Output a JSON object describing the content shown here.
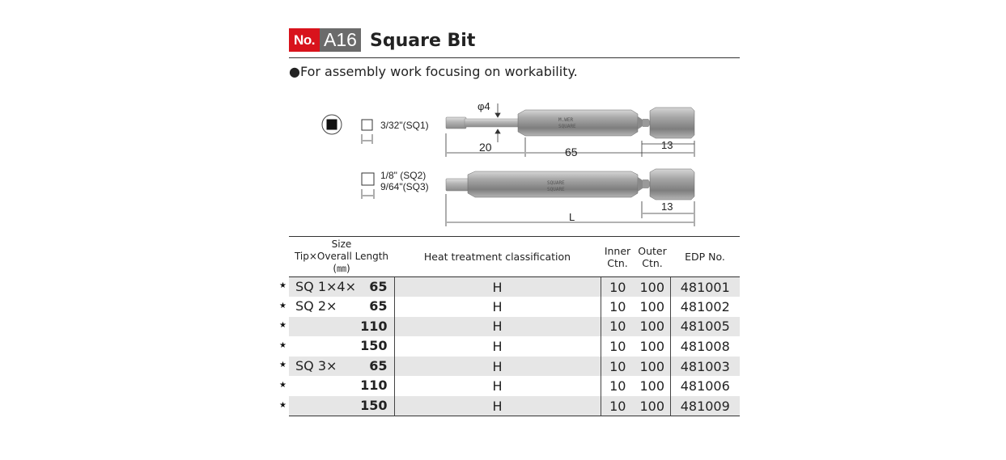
{
  "header": {
    "no_label": "No.",
    "code": "A16",
    "title": "Square Bit"
  },
  "feature": "●For assembly work focusing on workability.",
  "diagram": {
    "size_sq1": "3/32\"(SQ1)",
    "size_sq2": "1/8\"  (SQ2)",
    "size_sq3": "9/64\"(SQ3)",
    "dim_phi": "φ4",
    "dim_tip": "20",
    "dim_overall": "65",
    "dim_hex": "13",
    "dim_hex_2": "13",
    "dim_L": "L",
    "icon": "square-drive-icon"
  },
  "table": {
    "headers": {
      "size_line1": "Size",
      "size_line2": "Tip×Overall Length (㎜)",
      "heat": "Heat treatment classification",
      "inner": "Inner Ctn.",
      "outer": "Outer Ctn.",
      "edp": "EDP No."
    },
    "star": "★",
    "rows": [
      {
        "prefix": "SQ 1×4×",
        "length": "65",
        "heat": "H",
        "inner": "10",
        "outer": "100",
        "edp": "481001"
      },
      {
        "prefix": "SQ 2×",
        "length": "65",
        "heat": "H",
        "inner": "10",
        "outer": "100",
        "edp": "481002"
      },
      {
        "prefix": "",
        "length": "110",
        "heat": "H",
        "inner": "10",
        "outer": "100",
        "edp": "481005"
      },
      {
        "prefix": "",
        "length": "150",
        "heat": "H",
        "inner": "10",
        "outer": "100",
        "edp": "481008"
      },
      {
        "prefix": "SQ 3×",
        "length": "65",
        "heat": "H",
        "inner": "10",
        "outer": "100",
        "edp": "481003"
      },
      {
        "prefix": "",
        "length": "110",
        "heat": "H",
        "inner": "10",
        "outer": "100",
        "edp": "481006"
      },
      {
        "prefix": "",
        "length": "150",
        "heat": "H",
        "inner": "10",
        "outer": "100",
        "edp": "481009"
      }
    ]
  }
}
